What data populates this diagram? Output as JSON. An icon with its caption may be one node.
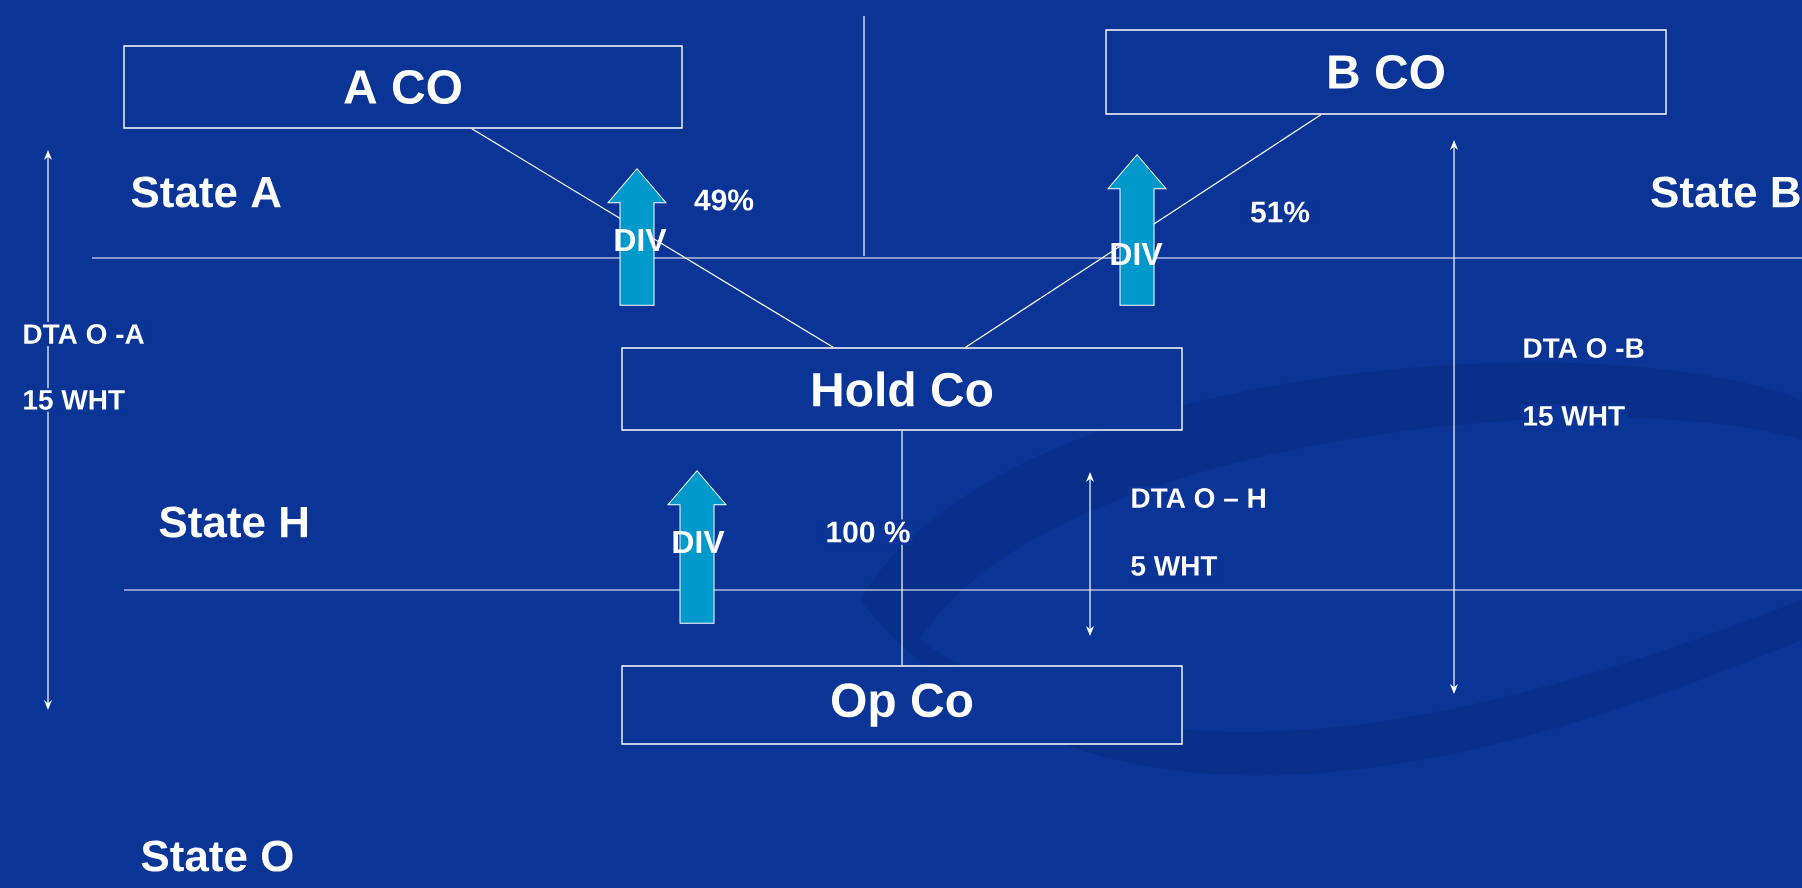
{
  "diagram": {
    "nodes": [
      {
        "text": [
          "A CO"
        ]
      },
      {
        "text": [
          "B CO"
        ]
      },
      {
        "text": [
          "Hold Co"
        ]
      },
      {
        "text": [
          "Op Co"
        ]
      }
    ],
    "edges": [
      {
        "from": 0,
        "to": 2,
        "arrow": "none",
        "label": "49%"
      },
      {
        "from": 1,
        "to": 2,
        "arrow": "none",
        "label": "51%"
      },
      {
        "from": 2,
        "to": 3,
        "arrow": "none",
        "label": "100 %"
      },
      {
        "from": 2,
        "to": 0,
        "arrow": "to",
        "label": "DIV",
        "style": "thick",
        "color": "#0099cc"
      },
      {
        "from": 2,
        "to": 1,
        "arrow": "to",
        "label": "DIV",
        "style": "thick",
        "color": "#0099cc"
      },
      {
        "from": 3,
        "to": 2,
        "arrow": "to",
        "label": "DIV",
        "style": "thick",
        "color": "#0099cc"
      }
    ],
    "labels": [
      "State A",
      "State B",
      "DTA O -A",
      "15 WHT",
      "DTA O -B",
      "15 WHT",
      "State H",
      "DTA O – H",
      "5 WHT",
      "State O"
    ]
  }
}
